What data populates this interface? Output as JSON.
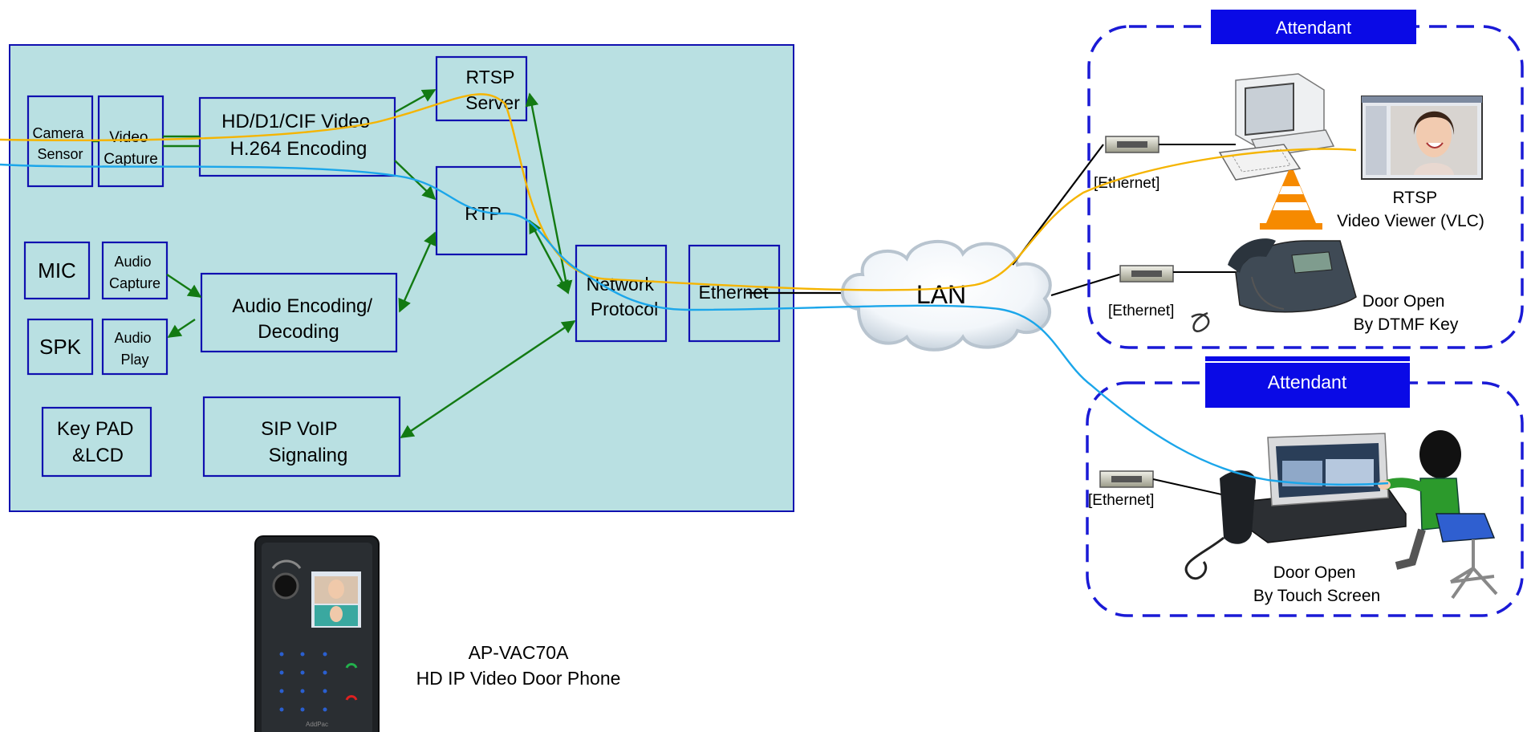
{
  "colors": {
    "panel_fill": "#b9e0e2",
    "box_border": "#1010b0",
    "arrow_green": "#137a13",
    "video_line": "#f5b400",
    "audio_line": "#1ba6ea",
    "attendant_header": "#0a0ae6",
    "dashed_border": "#1a1ad6"
  },
  "blocks": {
    "camera_sensor": [
      "Camera",
      "Sensor"
    ],
    "video_capture": [
      "Video",
      "Capture"
    ],
    "video_encoding": [
      "HD/D1/CIF Video",
      "H.264 Encoding"
    ],
    "rtsp_server": [
      "RTSP",
      "Server"
    ],
    "rtp": "RTP",
    "mic": "MIC",
    "audio_capture": [
      "Audio",
      "Capture"
    ],
    "audio_encoding": [
      "Audio Encoding/",
      "Decoding"
    ],
    "spk": "SPK",
    "audio_play": [
      "Audio",
      "Play"
    ],
    "network_protocol": [
      "Network",
      "Protocol"
    ],
    "ethernet": "Ethernet",
    "keypad": [
      "Key PAD",
      "&LCD"
    ],
    "sip": [
      "SIP VoIP",
      "Signaling"
    ]
  },
  "lan": "LAN",
  "attendant_top": {
    "header": "Attendant",
    "ethernet_pc": "[Ethernet]",
    "ethernet_phone": "[Ethernet]",
    "rtsp_viewer": [
      "RTSP",
      "Video Viewer (VLC)"
    ],
    "door_open": [
      "Door Open",
      "By DTMF Key"
    ]
  },
  "attendant_bottom": {
    "header": "Attendant",
    "ethernet": "[Ethernet]",
    "door_open": [
      "Door Open",
      "By Touch Screen"
    ]
  },
  "product": {
    "model": "AP-VAC70A",
    "name": "HD IP Video Door Phone",
    "brand": "AddPac"
  }
}
